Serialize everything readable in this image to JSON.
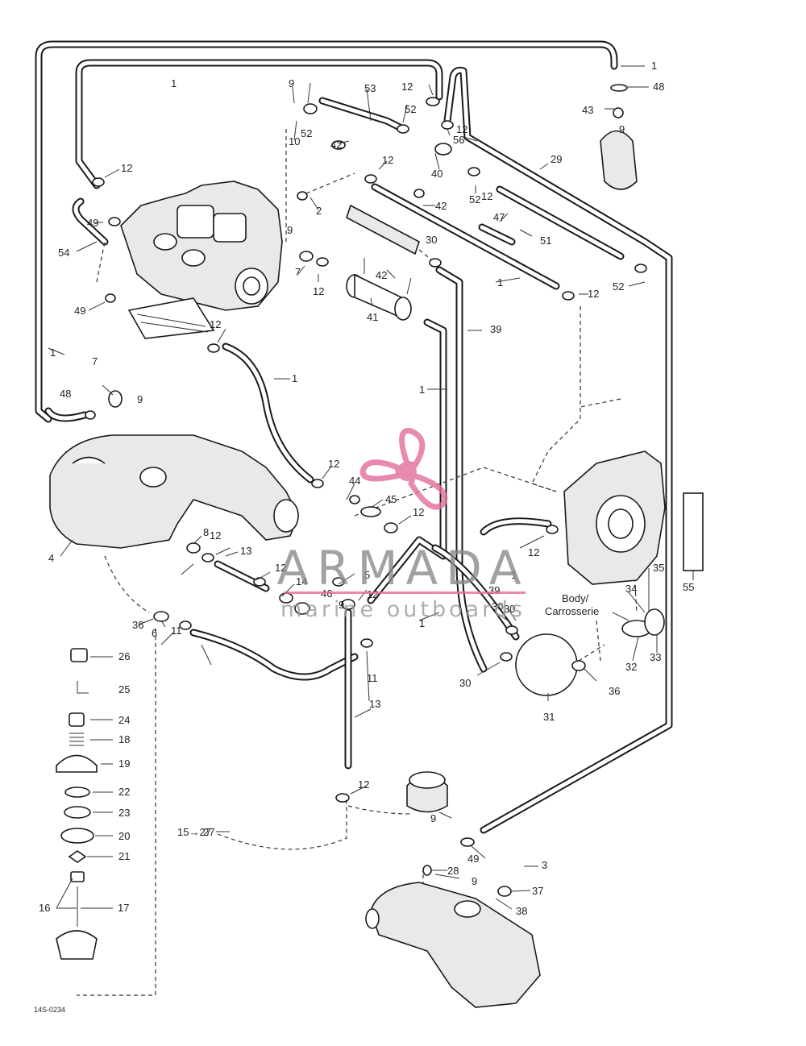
{
  "diagram": {
    "code": "14S-0234",
    "body_label_line1": "Body/",
    "body_label_line2": "Carrosserie",
    "subassembly_label": "15→27",
    "callouts": [
      "1",
      "1",
      "1",
      "1",
      "1",
      "1",
      "1",
      "1",
      "2",
      "3",
      "4",
      "5",
      "6",
      "7",
      "7",
      "8",
      "9",
      "9",
      "9",
      "9",
      "9",
      "9",
      "9",
      "10",
      "11",
      "11",
      "12",
      "12",
      "12",
      "12",
      "12",
      "12",
      "12",
      "12",
      "12",
      "12",
      "12",
      "12",
      "12",
      "12",
      "12",
      "13",
      "13",
      "14",
      "16",
      "17",
      "18",
      "19",
      "20",
      "21",
      "22",
      "23",
      "24",
      "25",
      "26",
      "27",
      "28",
      "29",
      "30",
      "30",
      "30",
      "30",
      "31",
      "32",
      "33",
      "34",
      "35",
      "36",
      "36",
      "37",
      "38",
      "39",
      "39",
      "40",
      "41",
      "42",
      "42",
      "42",
      "43",
      "44",
      "45",
      "46",
      "47",
      "48",
      "48",
      "49",
      "49",
      "49",
      "51",
      "52",
      "52",
      "52",
      "52",
      "53",
      "54",
      "55",
      "56"
    ],
    "colors": {
      "line": "#1a1a1a",
      "watermark": "#e26d9c"
    }
  },
  "watermark": {
    "brand": "ARMADA",
    "tagline": "marine outboards"
  }
}
